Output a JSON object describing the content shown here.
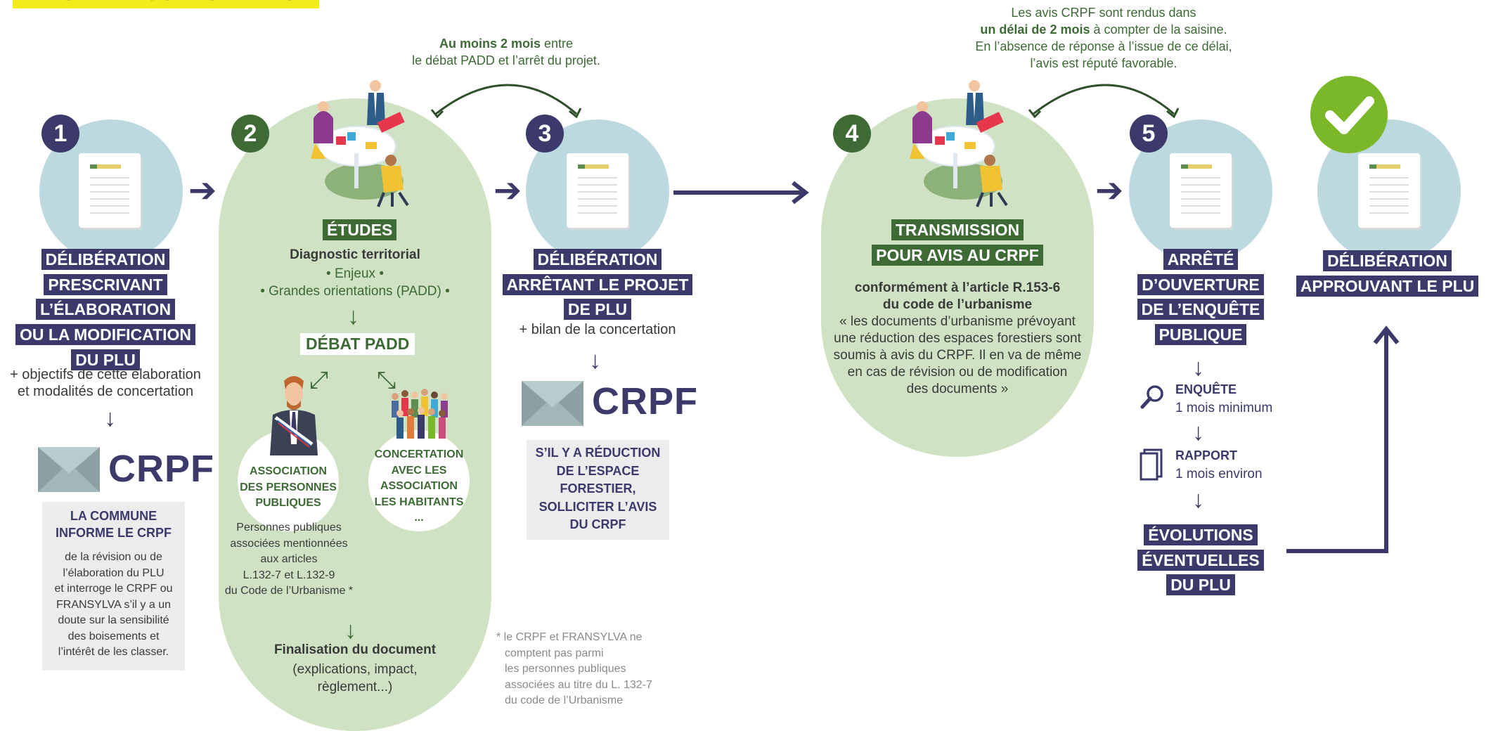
{
  "header": {
    "title_partial": "DANS LA PROCÉDURE PLU"
  },
  "colors": {
    "navy": "#3b3a6b",
    "green": "#3d6a35",
    "pale_green": "#cfe3c4",
    "pale_blue": "#bcd9df",
    "check_green": "#7ab829",
    "grey_box": "#ececec"
  },
  "step1": {
    "number": "1",
    "title_lines": [
      "DÉLIBÉRATION",
      "PRESCRIVANT",
      "L’ÉLABORATION",
      "OU LA MODIFICATION",
      "DU PLU"
    ],
    "sub_lines": [
      "+ objectifs de cette élaboration",
      "et modalités de concertation"
    ],
    "crpf": "CRPF",
    "box_title_lines": [
      "LA COMMUNE",
      "INFORME LE CRPF"
    ],
    "box_text_lines": [
      "de la révision ou de",
      "l’élaboration du PLU",
      "et interroge le CRPF ou",
      "FRANSYLVA s’il y a un",
      "doute sur la sensibilité",
      "des boisements et",
      "l’intérêt de les classer."
    ]
  },
  "step2": {
    "number": "2",
    "tag": "ÉTUDES",
    "diag": "Diagnostic territorial",
    "enjeux": "• Enjeux •",
    "orient": "• Grandes orientations (PADD) •",
    "debat": "DÉBAT PADD",
    "asso_lines": [
      "ASSOCIATION",
      "DES PERSONNES",
      "PUBLIQUES"
    ],
    "conc_lines": [
      "CONCERTATION",
      "AVEC LES",
      "ASSOCIATION",
      "LES HABITANTS",
      "..."
    ],
    "pp_lines": [
      "Personnes publiques",
      "associées mentionnées",
      "aux articles",
      "L.132-7 et L.132-9",
      "du Code de l’Urbanisme *"
    ],
    "final_title": "Finalisation du document",
    "final_lines": [
      "(explications, impact,",
      "règlement...)"
    ]
  },
  "note12": {
    "bold": "Au moins 2 mois",
    "rest": " entre",
    "line2": "le débat PADD et l’arrêt du projet."
  },
  "step3": {
    "number": "3",
    "title_lines": [
      "DÉLIBÉRATION",
      "ARRÊTANT LE PROJET",
      "DE PLU"
    ],
    "sub": "+ bilan de la concertation",
    "crpf": "CRPF",
    "box_lines": [
      "S’IL Y A RÉDUCTION",
      "DE L’ESPACE",
      "FORESTIER,",
      "SOLLICITER L’AVIS",
      "DU CRPF"
    ]
  },
  "footnote_lines": [
    "* le CRPF et FRANSYLVA ne",
    "comptent pas parmi",
    "les personnes publiques",
    "associées au titre du L. 132-7",
    "du code de l’Urbanisme"
  ],
  "step4": {
    "number": "4",
    "tag_lines": [
      "TRANSMISSION",
      "POUR AVIS AU CRPF"
    ],
    "bold_lines": [
      "conformément à l’article R.153-6",
      "du code de l’urbanisme"
    ],
    "quote_lines": [
      "« les documents d’urbanisme prévoyant",
      "une réduction des espaces forestiers sont",
      "soumis à avis du CRPF. Il en va de même",
      "en cas de révision ou de modification",
      "des documents »"
    ]
  },
  "note45": {
    "line1": "Les avis CRPF sont rendus dans",
    "bold": "un délai de 2 mois",
    "rest": " à compter de la saisine.",
    "line3": "En l’absence de réponse à l’issue de ce délai,",
    "line4": "l’avis est réputé favorable."
  },
  "step5": {
    "number": "5",
    "title_lines": [
      "ARRÊTÉ",
      "D’OUVERTURE",
      "DE L’ENQUÊTE",
      "PUBLIQUE"
    ],
    "enquete_title": "ENQUÊTE",
    "enquete_sub": "1 mois minimum",
    "rapport_title": "RAPPORT",
    "rapport_sub": "1 mois environ",
    "evol_lines": [
      "ÉVOLUTIONS",
      "ÉVENTUELLES",
      "DU PLU"
    ]
  },
  "step6": {
    "title_lines": [
      "DÉLIBÉRATION",
      "APPROUVANT LE PLU"
    ]
  }
}
